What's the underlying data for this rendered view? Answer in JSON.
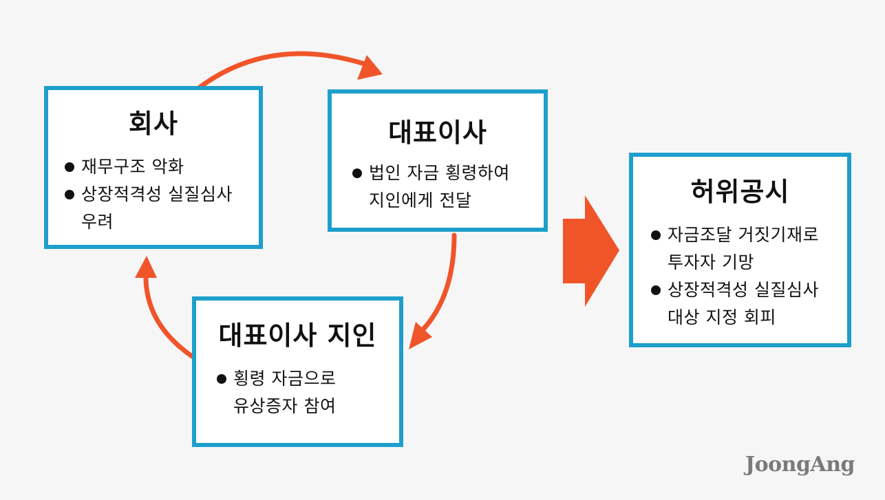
{
  "colors": {
    "box_border": "#1e9fcb",
    "arrow": "#f0552a",
    "background": "#f6f6f6",
    "logo": "#7a7a7a"
  },
  "boxes": {
    "company": {
      "title": "회사",
      "items": [
        "재무구조 악화",
        "상장적격성 실질심사\n우려"
      ]
    },
    "ceo": {
      "title": "대표이사",
      "items": [
        "법인 자금 횡령하여\n지인에게 전달"
      ]
    },
    "acquaintance": {
      "title": "대표이사 지인",
      "items": [
        "횡령 자금으로\n유상증자 참여"
      ]
    },
    "false_disclosure": {
      "title": "허위공시",
      "items": [
        "자금조달 거짓기재로\n투자자 기망",
        "상장적격성 실질심사\n대상 지정 회피"
      ]
    }
  },
  "logo": "JoongAng"
}
